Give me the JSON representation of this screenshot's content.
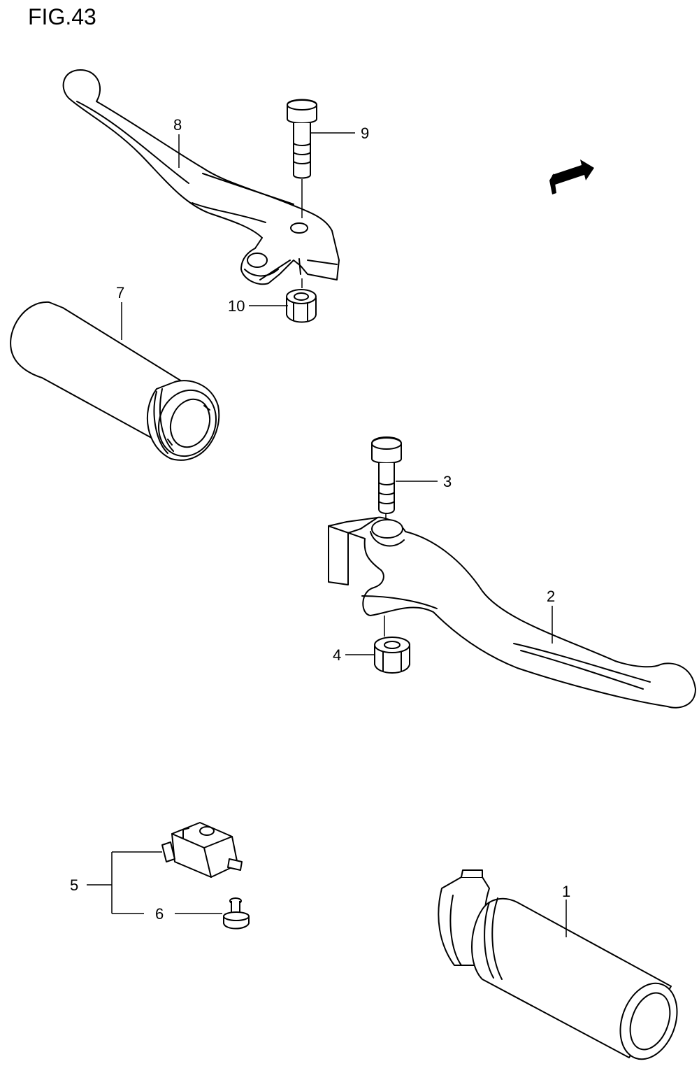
{
  "figure": {
    "title": "FIG.43",
    "direction_badge": "FWD"
  },
  "parts": [
    {
      "ref": "1",
      "component": "throttle-grip"
    },
    {
      "ref": "2",
      "component": "brake-lever"
    },
    {
      "ref": "3",
      "component": "brake-lever-bolt"
    },
    {
      "ref": "4",
      "component": "brake-lever-nut"
    },
    {
      "ref": "5",
      "component": "switch-assembly"
    },
    {
      "ref": "6",
      "component": "switch-screw"
    },
    {
      "ref": "7",
      "component": "left-handlebar-grip"
    },
    {
      "ref": "8",
      "component": "clutch-lever"
    },
    {
      "ref": "9",
      "component": "clutch-lever-bolt"
    },
    {
      "ref": "10",
      "component": "clutch-lever-nut"
    }
  ]
}
